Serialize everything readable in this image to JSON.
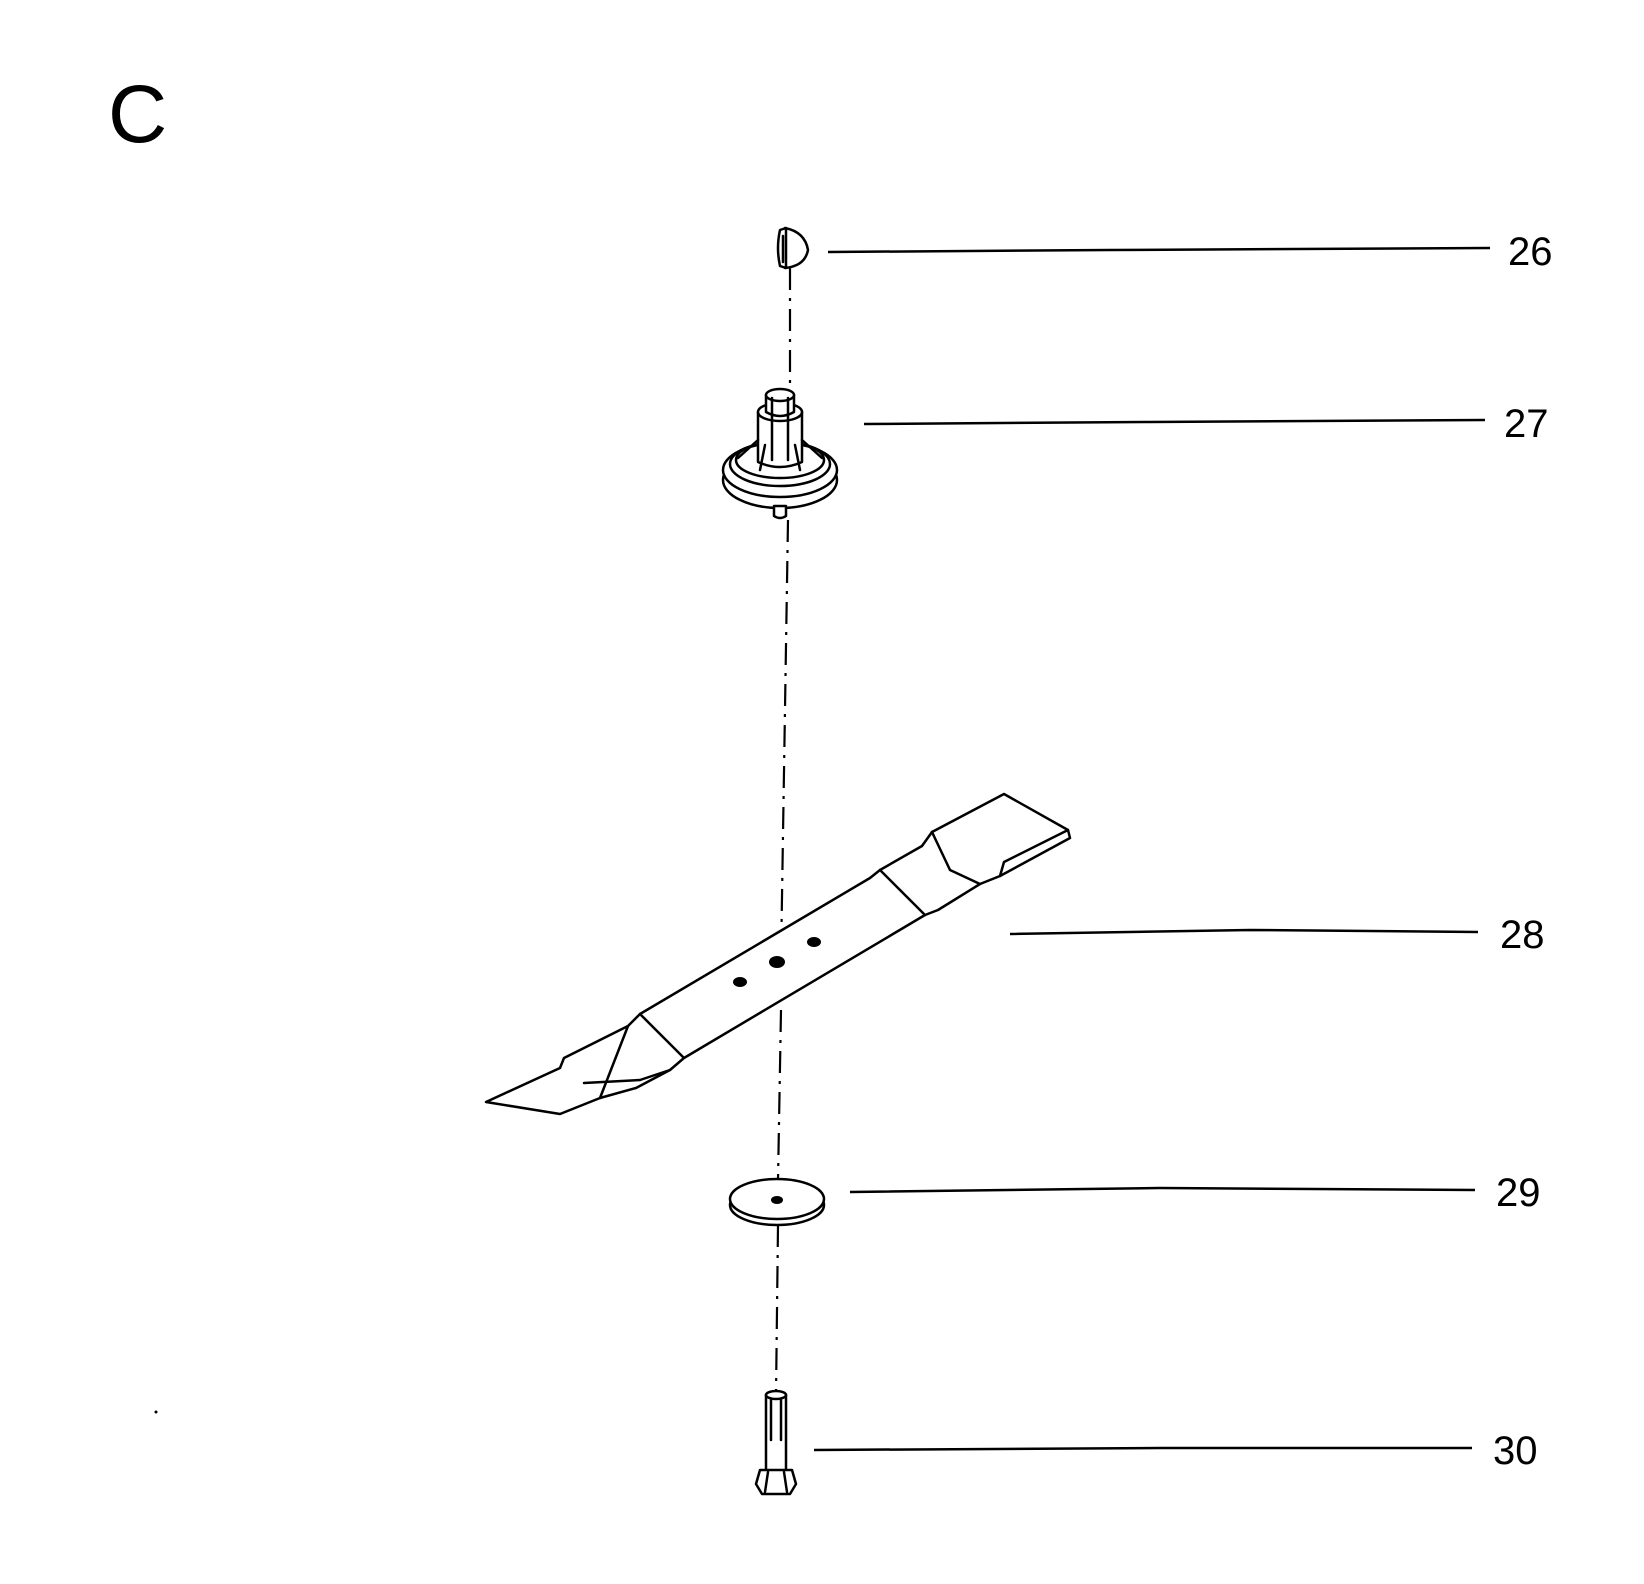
{
  "section_label": "C",
  "parts": [
    {
      "number": "26",
      "name": "key"
    },
    {
      "number": "27",
      "name": "blade-hub"
    },
    {
      "number": "28",
      "name": "blade"
    },
    {
      "number": "29",
      "name": "washer"
    },
    {
      "number": "30",
      "name": "bolt"
    }
  ]
}
